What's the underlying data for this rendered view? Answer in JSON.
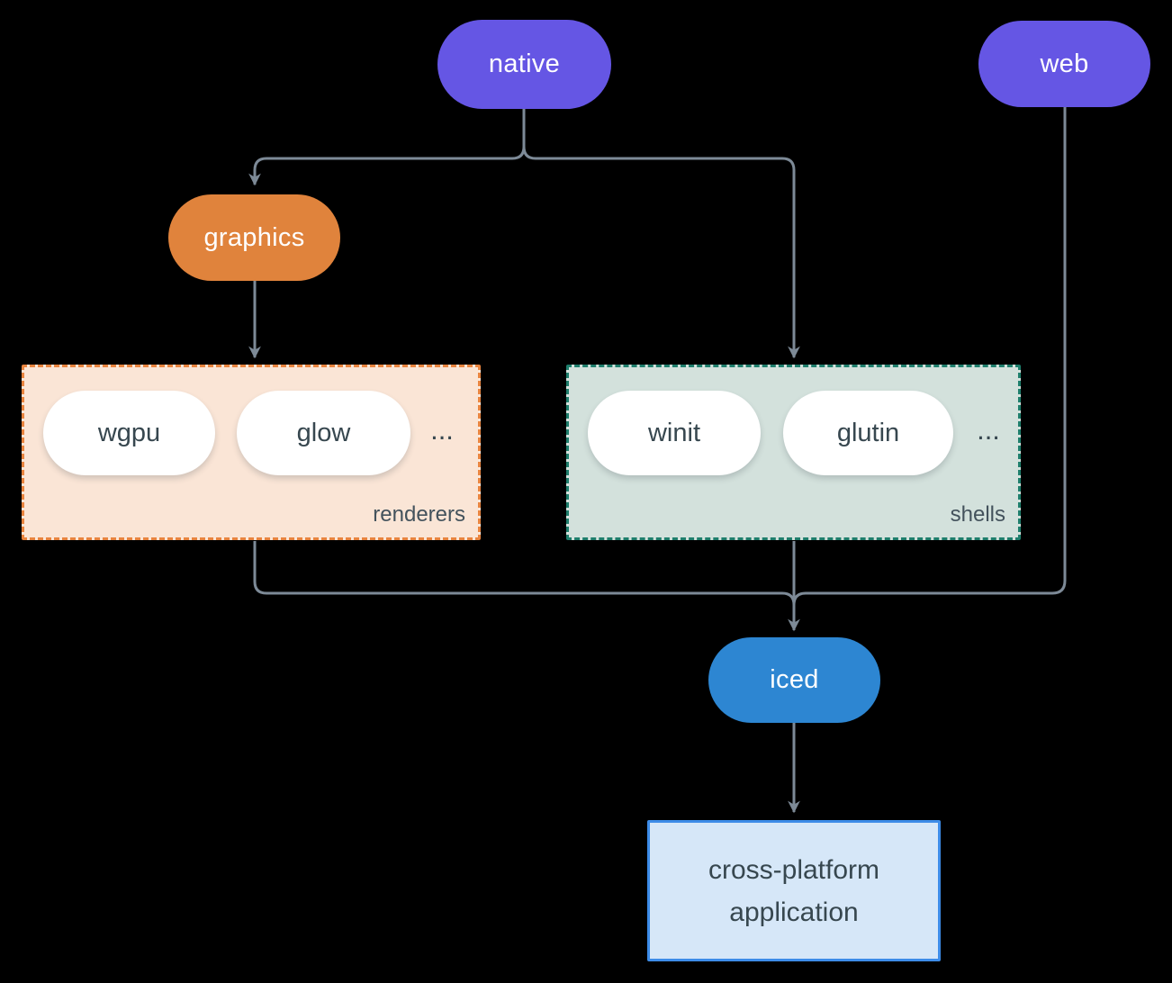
{
  "colors": {
    "background": "#000000",
    "purple": "#6556e4",
    "orange": "#e0833c",
    "blue": "#2d86d2",
    "line": "#7d8a97",
    "renderers_bg": "#fae5d6",
    "renderers_border": "#e8843f",
    "shells_bg": "#d3e1dc",
    "shells_border": "#1e7e6c",
    "pill_bg": "#ffffff",
    "text_dark": "#37474f",
    "label_dark": "#43525c",
    "text_light": "#ffffff",
    "app_bg": "#d6e7f8",
    "app_border": "#3d8ce8"
  },
  "nodes": {
    "native": {
      "label": "native"
    },
    "web": {
      "label": "web"
    },
    "graphics": {
      "label": "graphics"
    },
    "iced": {
      "label": "iced"
    },
    "application": {
      "line1": "cross-platform",
      "line2": "application"
    }
  },
  "groups": {
    "renderers": {
      "label": "renderers",
      "pills": [
        "wgpu",
        "glow"
      ],
      "ellipsis": "..."
    },
    "shells": {
      "label": "shells",
      "pills": [
        "winit",
        "glutin"
      ],
      "ellipsis": "..."
    }
  },
  "edges": [
    {
      "from": "native",
      "to": "graphics"
    },
    {
      "from": "native",
      "to": "shells"
    },
    {
      "from": "graphics",
      "to": "renderers"
    },
    {
      "from": "renderers",
      "to": "iced"
    },
    {
      "from": "shells",
      "to": "iced"
    },
    {
      "from": "web",
      "to": "iced"
    },
    {
      "from": "iced",
      "to": "application"
    }
  ]
}
